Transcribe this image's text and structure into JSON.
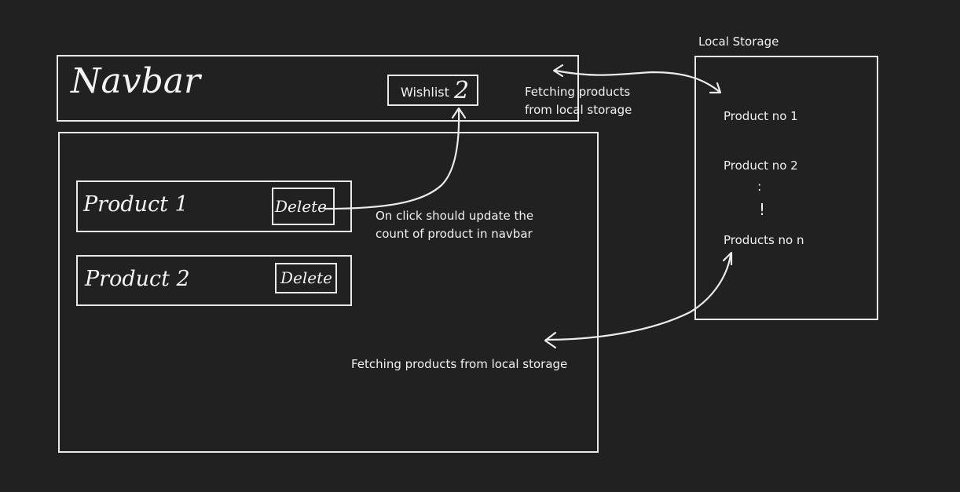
{
  "navbar": {
    "title": "Navbar",
    "wishlist_label": "Wishlist",
    "wishlist_count": "2"
  },
  "products": [
    {
      "label": "Product 1",
      "delete_label": "Delete"
    },
    {
      "label": "Product 2",
      "delete_label": "Delete"
    }
  ],
  "local_storage": {
    "title": "Local Storage",
    "items": [
      "Product no 1",
      "Product no 2",
      "Products no n"
    ],
    "ellipsis": [
      ":",
      "!"
    ]
  },
  "annotations": {
    "fetch_top": [
      "Fetching products",
      "from local storage"
    ],
    "on_click": [
      "On click should update the",
      "count of product in navbar"
    ],
    "fetch_bottom": "Fetching products from local storage"
  },
  "colors": {
    "background": "#212121",
    "stroke": "#e9e9e9",
    "text": "#f2f2f2"
  }
}
